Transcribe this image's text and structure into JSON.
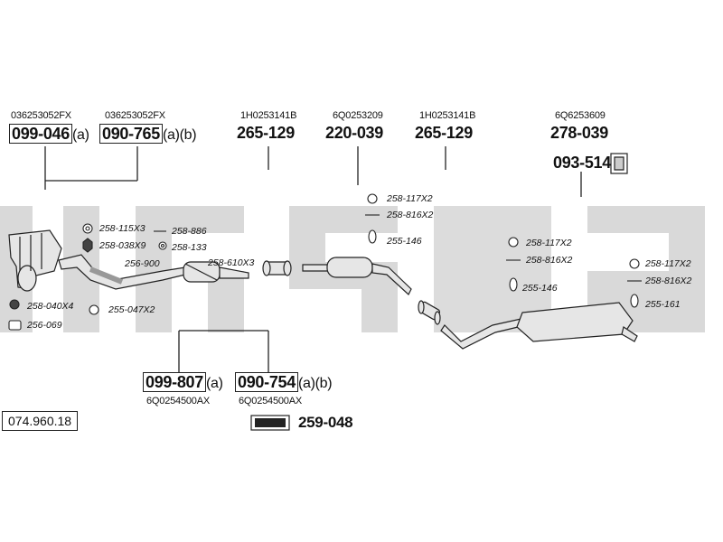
{
  "diagram_id": "074.960.18",
  "brand_label": "bosal",
  "accessory": {
    "part_number": "259-048"
  },
  "top_groups": [
    {
      "oem": "036253052FX",
      "part": "099-046",
      "suffix": "(a)"
    },
    {
      "oem": "036253052FX",
      "part": "090-765",
      "suffix": "(a)(b)"
    },
    {
      "oem": "1H0253141B",
      "part": "265-129"
    },
    {
      "oem": "6Q0253209",
      "part": "220-039"
    },
    {
      "oem": "1H0253141B",
      "part": "265-129"
    },
    {
      "oem": "6Q6253609",
      "part": "278-039"
    }
  ],
  "bracket_part": "093-514",
  "bottom_groups": [
    {
      "oem": "6Q0254500AX",
      "part": "099-807",
      "suffix": "(a)"
    },
    {
      "oem": "6Q0254500AX",
      "part": "090-754",
      "suffix": "(a)(b)"
    }
  ],
  "small_parts": {
    "p258_115": "258-115X3",
    "p258_886": "258-886",
    "p258_038": "258-038X9",
    "p258_133": "258-133",
    "p256_900": "256-900",
    "p258_610": "258-610X3",
    "p258_040": "258-040X4",
    "p255_047": "255-047X2",
    "p256_069": "256-069",
    "mid_258_117": "258-117X2",
    "mid_258_816": "258-816X2",
    "mid_255_146": "255-146",
    "r_258_117": "258-117X2",
    "r_258_816": "258-816X2",
    "r_255_146": "255-146",
    "rr_258_117": "258-117X2",
    "rr_258_816": "258-816X2",
    "rr_255_161": "255-161"
  },
  "colors": {
    "watermark": "#d9d9d9",
    "line": "#222222",
    "pipe_fill": "#e6e6e6"
  }
}
